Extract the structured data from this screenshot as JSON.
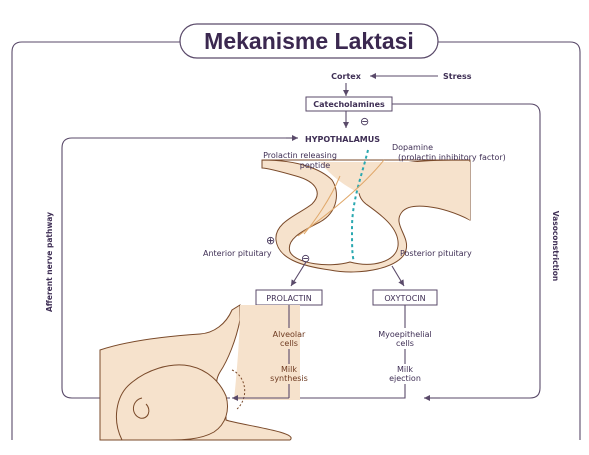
{
  "title": "Mekanisme Laktasi",
  "nodes": {
    "cortex": "Cortex",
    "stress": "Stress",
    "catecholamines": "Catecholamines",
    "hypothalamus": "HYPOTHALAMUS",
    "prolactin_releasing_1": "Prolactin releasing",
    "prolactin_releasing_2": "peptide",
    "dopamine_1": "Dopamine",
    "dopamine_2": "(prolactin inhibitory factor)",
    "anterior_pituitary": "Anterior pituitary",
    "posterior_pituitary": "Posterior pituitary",
    "prolactin": "PROLACTIN",
    "oxytocin": "OXYTOCIN",
    "alveolar_1": "Alveolar",
    "alveolar_2": "cells",
    "milk_synthesis_1": "Milk",
    "milk_synthesis_2": "synthesis",
    "myoepithelial_1": "Myoepithelial",
    "myoepithelial_2": "cells",
    "milk_ejection_1": "Milk",
    "milk_ejection_2": "ejection",
    "afferent": "Afferent nerve pathway",
    "vasoconstriction": "Vasoconstriction",
    "plus_sign": "⊕",
    "minus_sign_1": "⊖",
    "minus_sign_2": "⊖"
  },
  "colors": {
    "title_text": "#3b2850",
    "line": "#5a4a6a",
    "tissue_fill": "#f6e2cc",
    "tissue_edge": "#7a4a2a",
    "dopamine_dash": "#2aa8b0",
    "releasing_arrow": "#e0a86a"
  }
}
